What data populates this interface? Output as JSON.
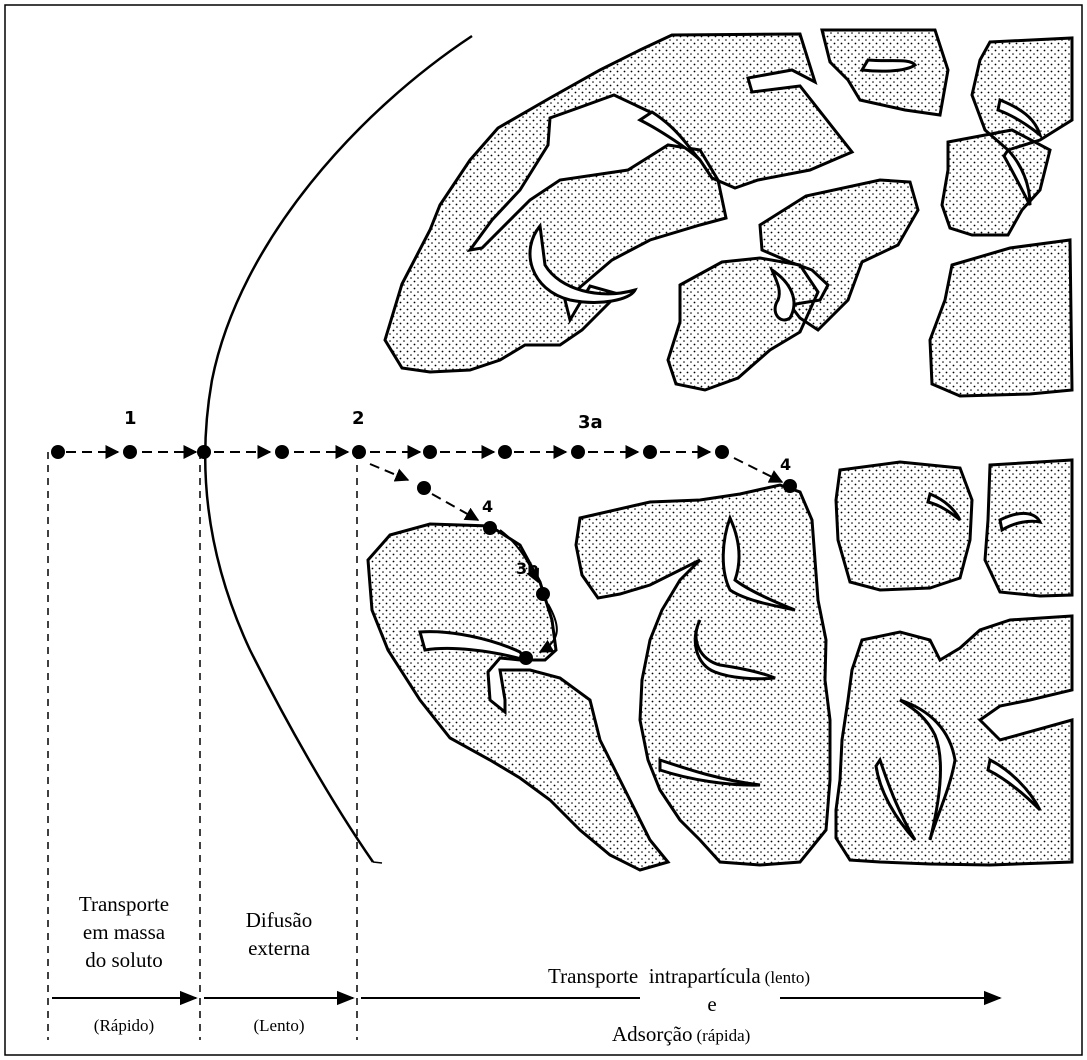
{
  "diagram": {
    "step_labels": {
      "s1": "1",
      "s2": "2",
      "s3a": "3a",
      "s3b": "3b",
      "s4_left": "4",
      "s4_right": "4"
    },
    "regions": {
      "bulk": {
        "line1": "Transporte",
        "line2": "em massa",
        "line3": "do soluto",
        "rate": "(Rápido)"
      },
      "external": {
        "line1": "Difusão",
        "line2": "externa",
        "rate": "(Lento)"
      },
      "intraparticle": {
        "title": "Transporte  intrapartícula",
        "title_rate": "(lento)",
        "conj": "e",
        "adsorption": "Adsorção",
        "adsorption_rate": "(rápida)"
      }
    },
    "colors": {
      "ink": "#000000",
      "background": "#ffffff"
    }
  }
}
